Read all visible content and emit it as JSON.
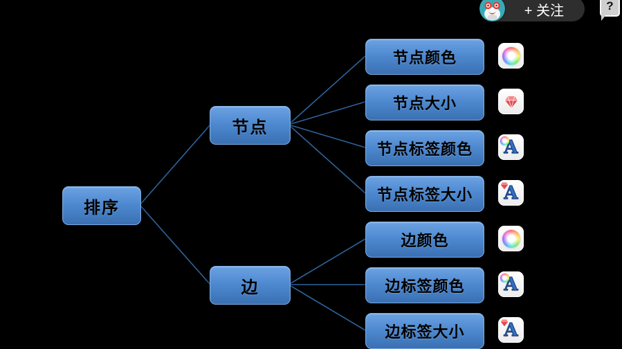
{
  "header": {
    "follow_label": "+ 关注",
    "help_label": "?",
    "avatar_icon": "user-avatar-penguin",
    "help_icon": "question-bubble-icon"
  },
  "tree": {
    "root": {
      "label": "排序"
    },
    "branches": [
      {
        "label": "节点"
      },
      {
        "label": "边"
      }
    ],
    "leaves": [
      {
        "label": "节点颜色",
        "icon": "color-wheel-icon"
      },
      {
        "label": "节点大小",
        "icon": "red-gem-icon"
      },
      {
        "label": "节点标签颜色",
        "icon": "label-color-icon"
      },
      {
        "label": "节点标签大小",
        "icon": "label-size-icon"
      },
      {
        "label": "边颜色",
        "icon": "color-wheel-icon"
      },
      {
        "label": "边标签颜色",
        "icon": "label-color-icon"
      },
      {
        "label": "边标签大小",
        "icon": "label-size-icon"
      }
    ]
  },
  "colors": {
    "background": "#000000",
    "node_fill_top": "#6BA2E2",
    "node_fill_bottom": "#3A70B2",
    "node_border": "#7AA9DF",
    "node_text": "#000000",
    "connector_line": "#2D639C",
    "follow_pill": "#2E2E2E",
    "follow_text": "#FFFFFF"
  }
}
